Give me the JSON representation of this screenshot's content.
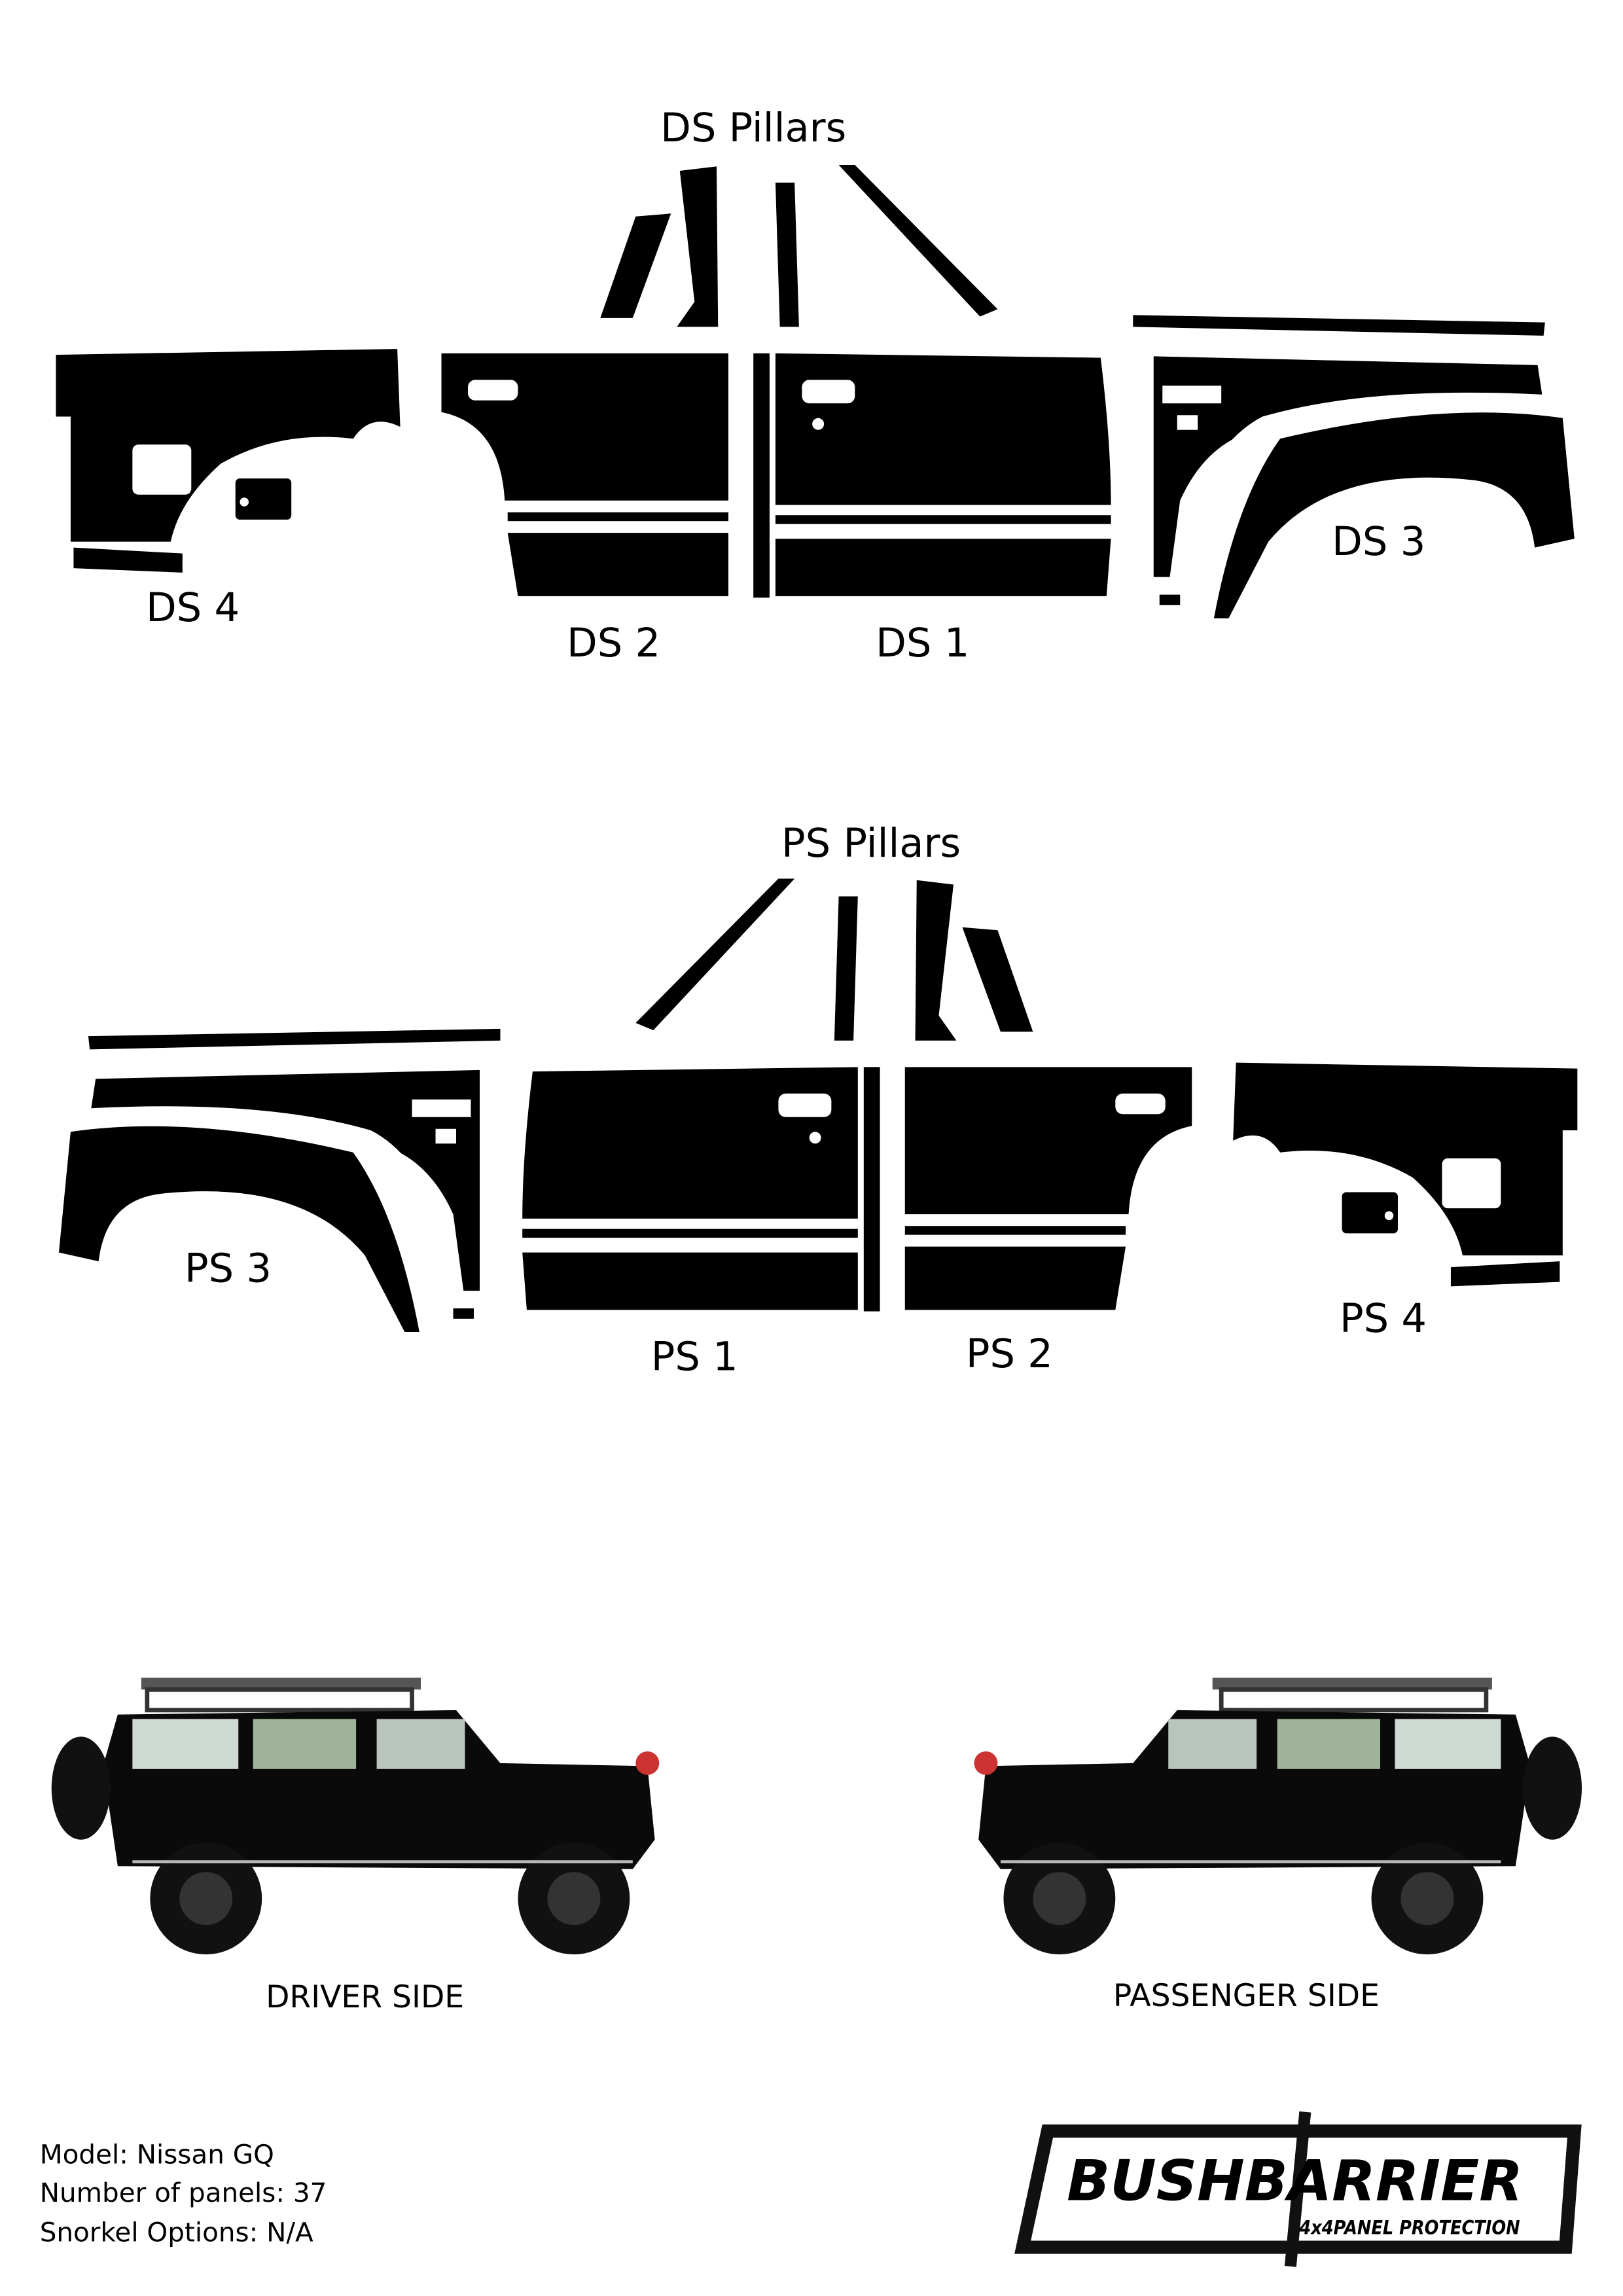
{
  "driver_section": {
    "pillars_label": "DS Pillars",
    "panels": [
      "DS 4",
      "DS 2",
      "DS 1",
      "DS 3"
    ]
  },
  "passenger_section": {
    "pillars_label": "PS Pillars",
    "panels": [
      "PS 3",
      "PS 1",
      "PS 2",
      "PS 4"
    ]
  },
  "vehicle_views": {
    "driver_label": "DRIVER SIDE",
    "passenger_label": "PASSENGER SIDE"
  },
  "info": {
    "model": "Model: Nissan GQ",
    "panels": "Number of panels: 37",
    "snorkel": "Snorkel Options: N/A"
  },
  "logo": {
    "brand": "BUSHBARRIER",
    "tagline": "4x4PANEL PROTECTION"
  }
}
